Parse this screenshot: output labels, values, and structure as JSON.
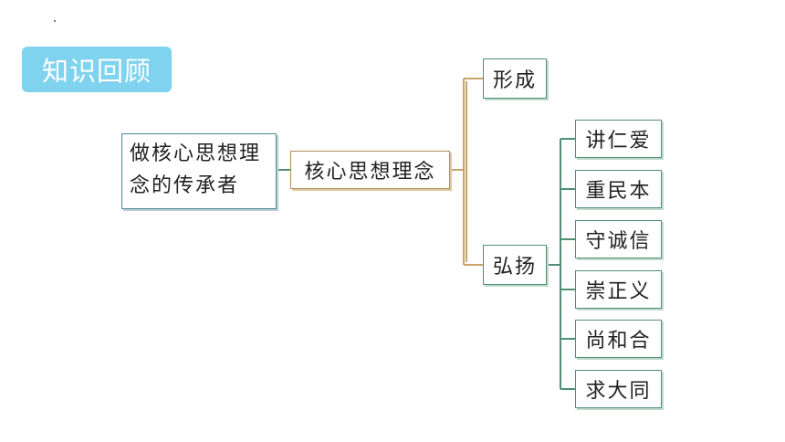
{
  "badge": {
    "label": "知识回顾"
  },
  "diagram": {
    "root": {
      "line1": "做核心思想理",
      "line2": "念的传承者"
    },
    "center": "核心思想理念",
    "branches": [
      "形成",
      "弘扬"
    ],
    "leaves": [
      "讲仁爱",
      "重民本",
      "守诚信",
      "崇正义",
      "尚和合",
      "求大同"
    ]
  },
  "colors": {
    "badge": "#7fd3ee",
    "gold_connector": "#c9a46a",
    "green_connector": "#4f8f73",
    "root_border": "#4a8a9a"
  }
}
